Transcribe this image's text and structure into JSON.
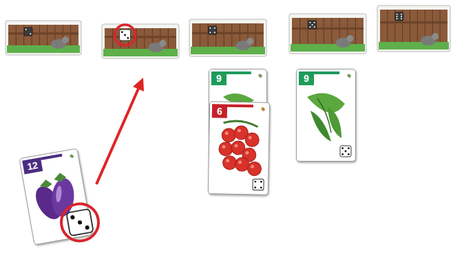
{
  "diagram": {
    "nodes": [
      {
        "text": [
          "9"
        ]
      },
      {
        "text": [
          "9"
        ]
      },
      {
        "text": [
          "6"
        ]
      },
      {
        "text": [
          "12"
        ]
      }
    ]
  }
}
